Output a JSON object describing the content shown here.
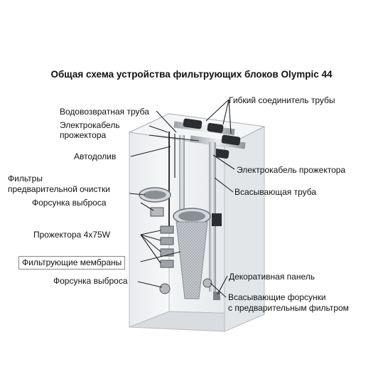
{
  "title": "Общая схема устройства фильтрующих блоков Olympic 44",
  "labels": {
    "flexible_connector": "Гибкий соединитель трубы",
    "return_pipe": "Водовозвратная труба",
    "power_cable_l1": "Электрокабель",
    "power_cable_l2": "прожектора",
    "auto_refill": "Автодолив",
    "prefilter_l1": "Фильтры",
    "prefilter_l2": "предварительной очистки",
    "spray_nozzle_top": "Форсунка выброса",
    "spotlights": "Прожектора 4x75W",
    "filter_membranes": "Фильтрующие мембраны",
    "spray_nozzle_bottom": "Форсунка выброса",
    "spotlight_cable_right": "Электрокабель прожектора",
    "suction_pipe": "Всасывающая труба",
    "decorative_panel": "Декоративная панель",
    "suction_nozzles_l1": "Всасывающие форсунки",
    "suction_nozzles_l2": "с предварительным фильтром"
  }
}
